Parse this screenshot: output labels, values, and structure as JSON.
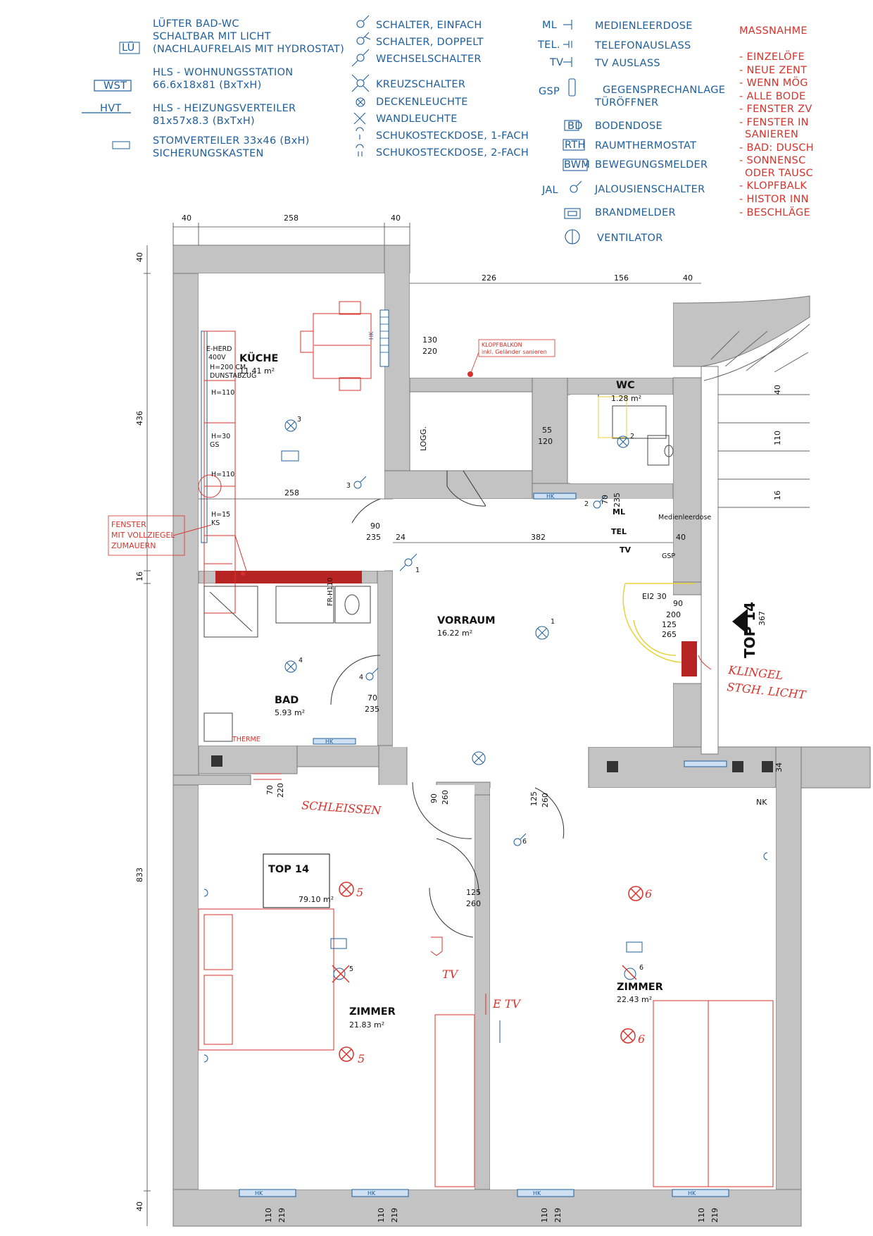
{
  "legend": {
    "luefter_l1": "LÜFTER BAD-WC",
    "luefter_l2": "SCHALTBAR MIT LICHT",
    "luefter_l3": "(NACHLAUFRELAIS MIT HYDROSTAT)",
    "luefter_tag": "LÜ",
    "wst_l1": "HLS - WOHNUNGSSTATION",
    "wst_l2": "66.6x18x81 (BxTxH)",
    "wst_tag": "WST",
    "hvt_l1": "HLS - HEIZUNGSVERTEILER",
    "hvt_l2": "81x57x8.3 (BxTxH)",
    "hvt_tag": "HVT",
    "stv_l1": "STOMVERTEILER 33x46 (BxH)",
    "stv_l2": "SICHERUNGSKASTEN",
    "sw_1": "SCHALTER, EINFACH",
    "sw_2": "SCHALTER, DOPPELT",
    "sw_3": "WECHSELSCHALTER",
    "sw_4": "KREUZSCHALTER",
    "sw_5": "DECKENLEUCHTE",
    "sw_6": "WANDLEUCHTE",
    "sw_7": "SCHUKOSTECKDOSE, 1-FACH",
    "sw_8": "SCHUKOSTECKDOSE, 2-FACH",
    "ml_tag": "ML",
    "ml": "MEDIENLEERDOSE",
    "tel_tag": "TEL.",
    "tel": "TELEFONAUSLASS",
    "tv_tag": "TV",
    "tv": "TV AUSLASS",
    "gsp_tag": "GSP",
    "gsp_l1": "GEGENSPRECHANLAGE",
    "gsp_l2": "TÜRÖFFNER",
    "bd_tag": "BD",
    "bd": "BODENDOSE",
    "rth_tag": "RTH",
    "rth": "RAUMTHERMOSTAT",
    "bwm_tag": "BWM",
    "bwm": "BEWEGUNGSMELDER",
    "jal_tag": "JAL",
    "jal": "JALOUSIENSCHALTER",
    "bm": "BRANDMELDER",
    "vent": "VENTILATOR"
  },
  "measures": {
    "title": "MASSNAHME",
    "items": [
      "- EINZELÖFE",
      "- NEUE ZENT",
      "- WENN MÖG",
      "- ALLE BODE",
      "- FENSTER ZV",
      "- FENSTER IN",
      "SANIEREN",
      "- BAD: DUSCH",
      "- SONNENSC",
      "ODER TAUSC",
      "- KLOPFBALK",
      "- HISTOR INN",
      "- BESCHLÄGE"
    ]
  },
  "rooms": {
    "kueche": {
      "name": "KÜCHE",
      "area": "11.41 m²"
    },
    "wc": {
      "name": "WC",
      "area": "1.28 m²"
    },
    "vorraum": {
      "name": "VORRAUM",
      "area": "16.22 m²"
    },
    "bad": {
      "name": "BAD",
      "area": "5.93 m²"
    },
    "zimmer1": {
      "name": "ZIMMER",
      "area": "21.83 m²"
    },
    "zimmer2": {
      "name": "ZIMMER",
      "area": "22.43 m²"
    },
    "logg": "LOGG."
  },
  "top": {
    "label": "TOP 14",
    "area": "79.10 m²",
    "side_label": "TOP 14"
  },
  "dims": {
    "top_40a": "40",
    "top_258": "258",
    "top_40b": "40",
    "mid_226": "226",
    "mid_156": "156",
    "mid_40": "40",
    "left_40a": "40",
    "left_436": "436",
    "left_16": "16",
    "left_833": "833",
    "left_40b": "40",
    "balk_130": "130",
    "balk_220": "220",
    "wc_55": "55",
    "wc_120": "120",
    "k_258": "258",
    "d_90": "90",
    "d_235": "235",
    "d_24": "24",
    "d_382": "382",
    "d_40c": "40",
    "wc_70": "70",
    "wc_235": "235",
    "s_40": "40",
    "s_110": "110",
    "s_16": "16",
    "r_367": "367",
    "ei_30": "EI2 30",
    "ei_90": "90",
    "ei_200": "200",
    "ei_125": "125",
    "ei_265": "265",
    "bad_70": "70",
    "bad_235": "235",
    "b_70": "70",
    "b_220": "220",
    "v_90": "90",
    "v_260": "260",
    "v_125": "125",
    "v_260b": "260",
    "z_125": "125",
    "z_260": "260",
    "nk": "NK",
    "r_34": "34",
    "bottom": [
      "110",
      "219",
      "110",
      "219",
      "110",
      "219",
      "110",
      "219"
    ]
  },
  "kitchen_labels": {
    "eherd": "E-HERD",
    "v400": "400V",
    "h200": "H=200 CM",
    "dunst": "DUNSTABZUG",
    "h110a": "H=110",
    "h30": "H=30",
    "gs": "GS",
    "h110b": "H=110",
    "h15": "H=15",
    "ks": "KS",
    "hk": "HK"
  },
  "bath_labels": {
    "frhtt": "FR-H110",
    "therme": "THERME"
  },
  "wc_labels": {
    "ml": "ML",
    "tel": "TEL",
    "tv": "TV",
    "gsp": "GSP",
    "medien": "Medienleerdose"
  },
  "annotations": {
    "klopf_l1": "KLOPFBALKON",
    "klopf_l2": "inkl. Geländer sanieren",
    "fenster_l1": "FENSTER",
    "fenster_l2": "MIT VOLLZIEGEL",
    "fenster_l3": "ZUMAUERN",
    "klingel_l1": "KLINGEL",
    "klingel_l2": "STGH. LICHT",
    "schleissen": "SCHLEISSEN",
    "etv": "E TV",
    "tv_hand": "TV",
    "n5a": "5",
    "n5b": "5",
    "n6a": "6",
    "n6b": "6"
  },
  "switch_nums": {
    "k3a": "3",
    "k3b": "3",
    "wc2": "2",
    "wc2b": "2",
    "v1": "1",
    "v1b": "1",
    "b4": "4",
    "b4b": "4",
    "z5": "5",
    "z6": "6",
    "z6b": "6"
  },
  "colors": {
    "blue": "#1d5f9e",
    "red": "#d8322b",
    "wall": "#c3c3c3",
    "yellow": "#e8d23a",
    "dark": "#111111"
  }
}
